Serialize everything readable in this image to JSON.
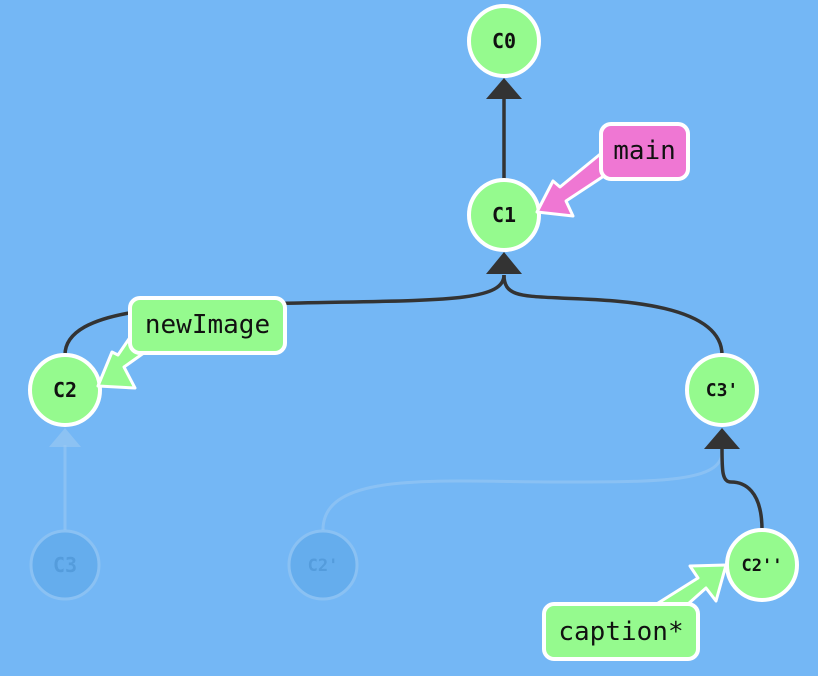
{
  "colors": {
    "background": "#74b7f5",
    "commit_fill": "#95fa8e",
    "commit_stroke": "#ffffff",
    "edge": "#333333",
    "ghost": "#5aa6e8",
    "ghost_stroke": "#9ccaf2",
    "branch_main": "#ef77d3",
    "branch_other": "#95fa8e"
  },
  "commits": {
    "c0": "C0",
    "c1": "C1",
    "c2": "C2",
    "c3": "C3",
    "c3p": "C3'",
    "c2p": "C2'",
    "c2pp": "C2''"
  },
  "branches": {
    "main": "main",
    "newImage": "newImage",
    "caption": "caption*"
  }
}
